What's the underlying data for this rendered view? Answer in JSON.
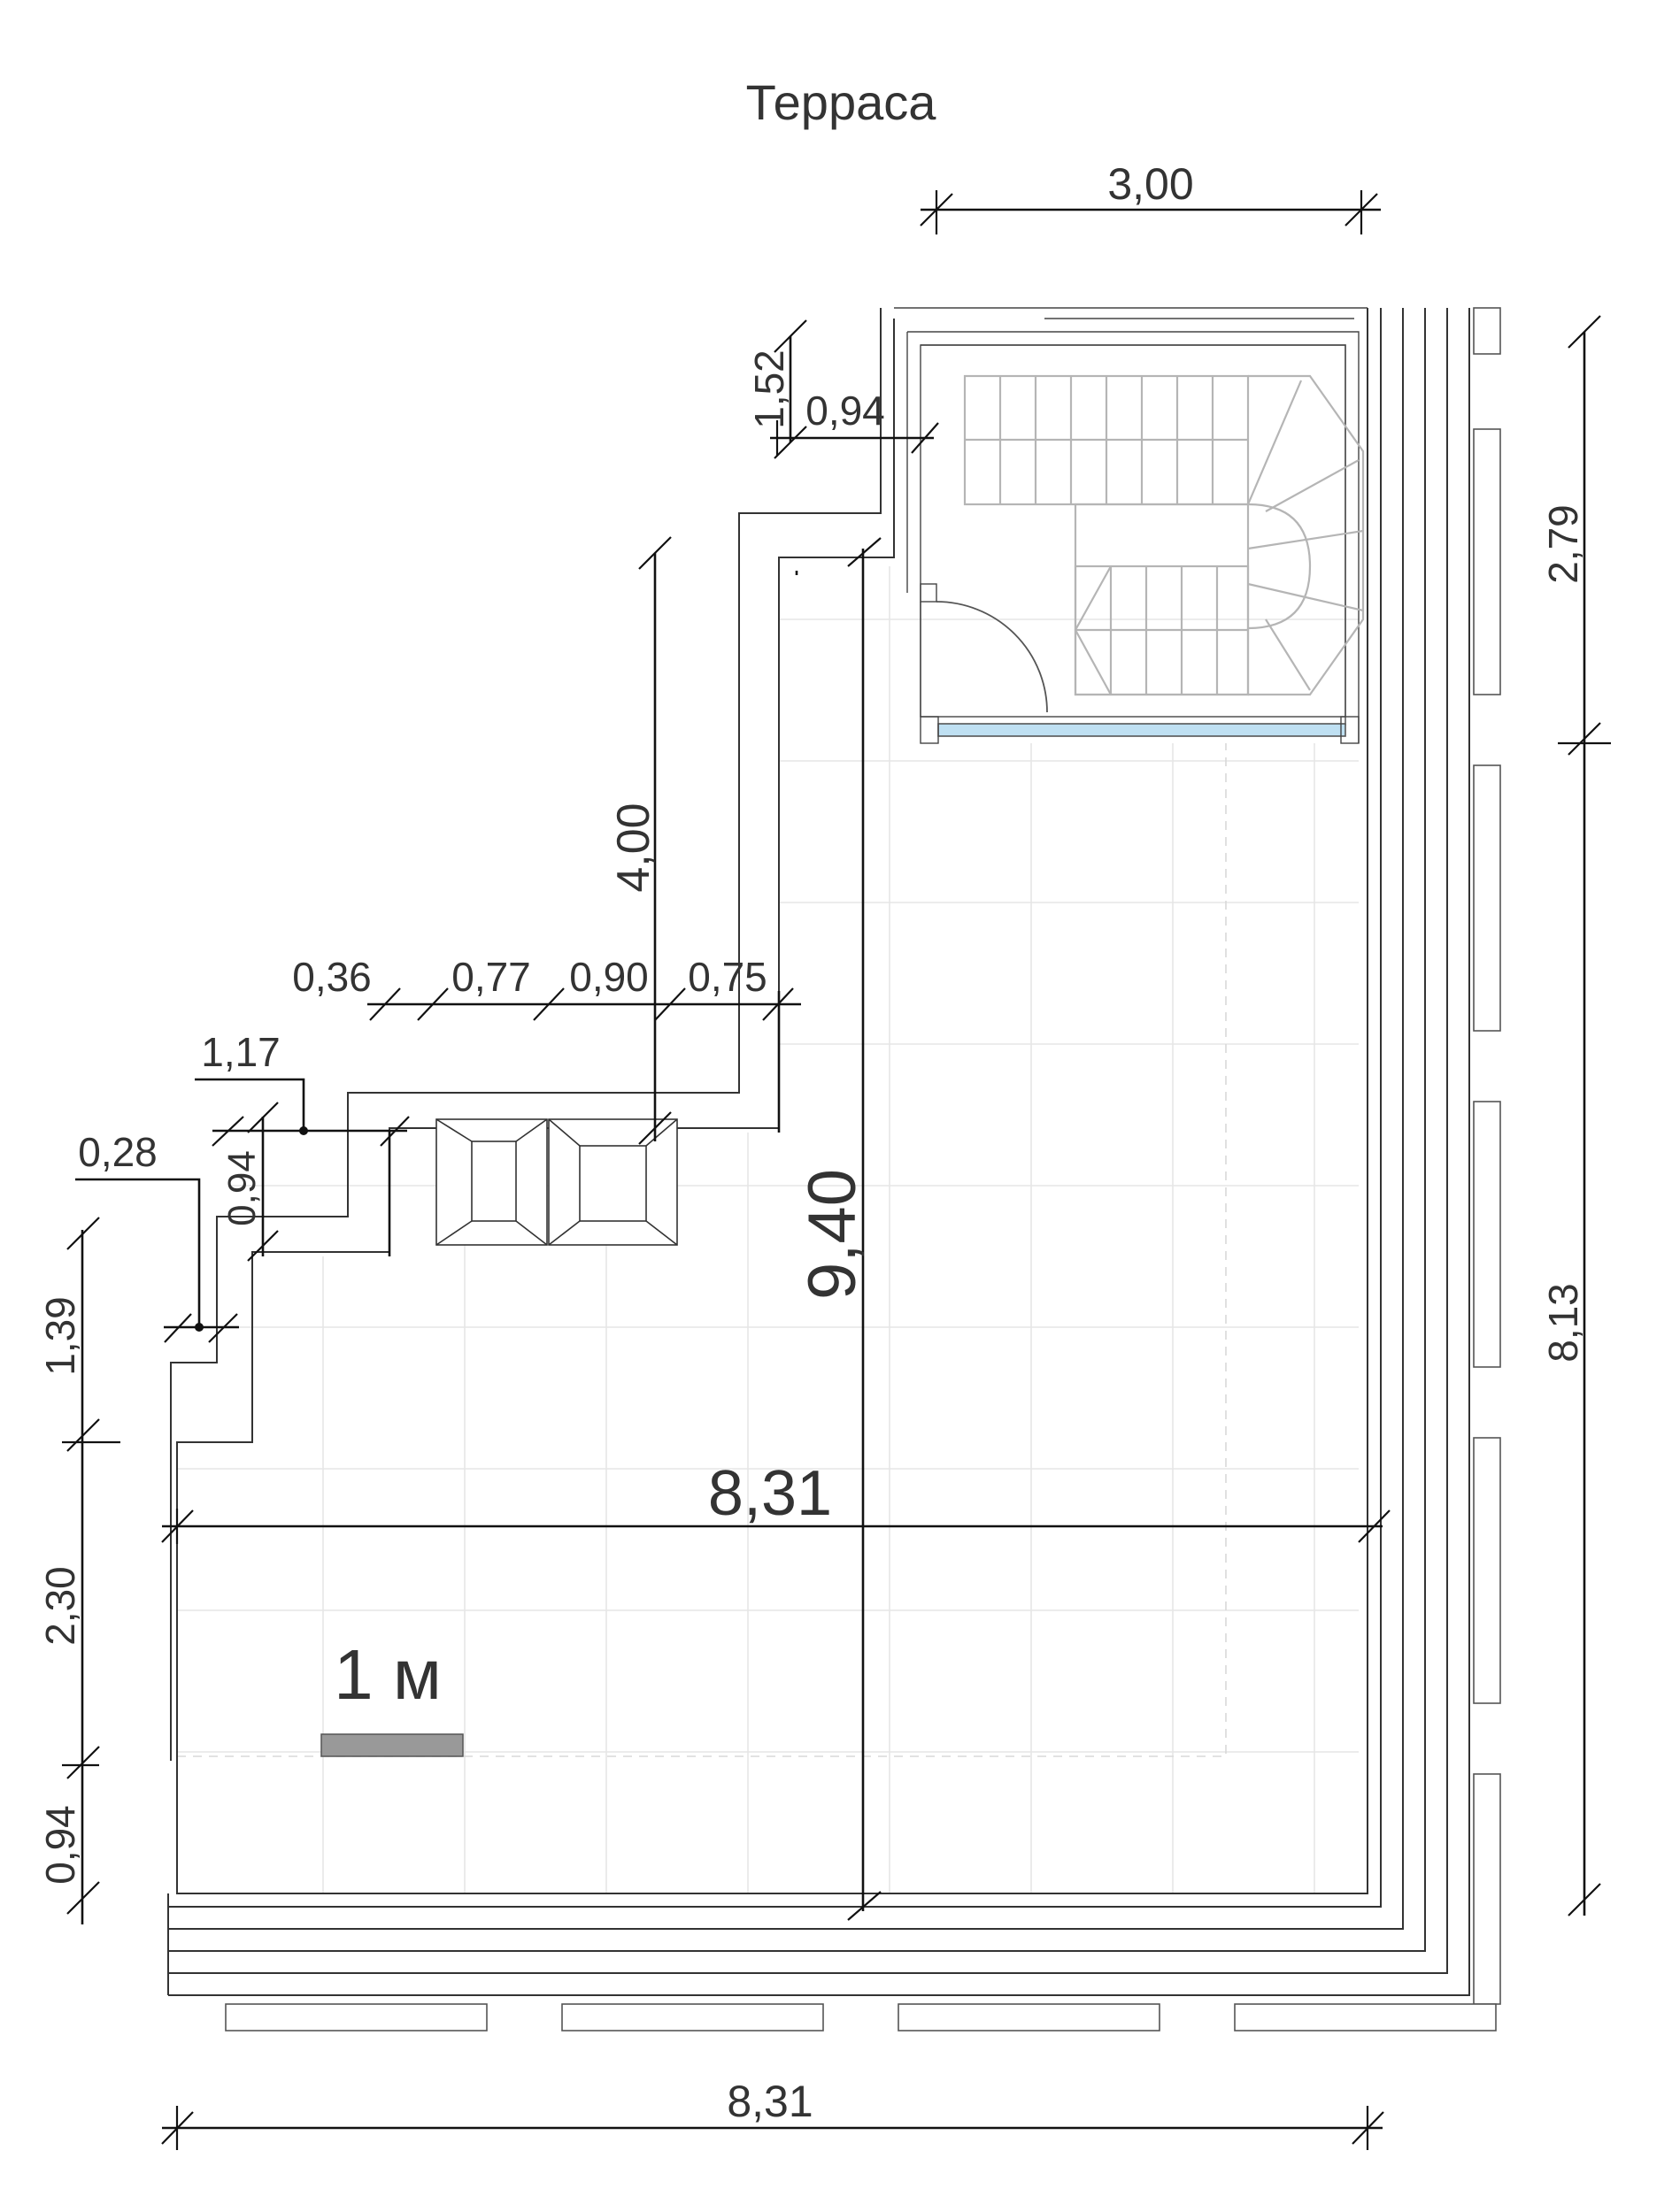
{
  "title": "Терраса",
  "scale_bar": {
    "label": "1 м",
    "color": "#999999"
  },
  "dimensions": {
    "top_width": "3,00",
    "stair_depth": "1,52",
    "stair_offset": "0,94",
    "niche_depth": "4,00",
    "seg_036": "0,36",
    "seg_077": "0,77",
    "seg_090": "0,90",
    "seg_075": "0,75",
    "step_117": "1,17",
    "step_094": "0,94",
    "step_028": "0,28",
    "left_139": "1,39",
    "left_230": "2,30",
    "left_094": "0,94",
    "total_height": "9,40",
    "total_width_inner": "8,31",
    "right_279": "2,79",
    "right_813": "8,13",
    "bottom_width": "8,31"
  },
  "colors": {
    "wall": "#333333",
    "grid": "#e6e6e6",
    "stairs": "#b5b5b5",
    "window": "#bfe0f2"
  }
}
